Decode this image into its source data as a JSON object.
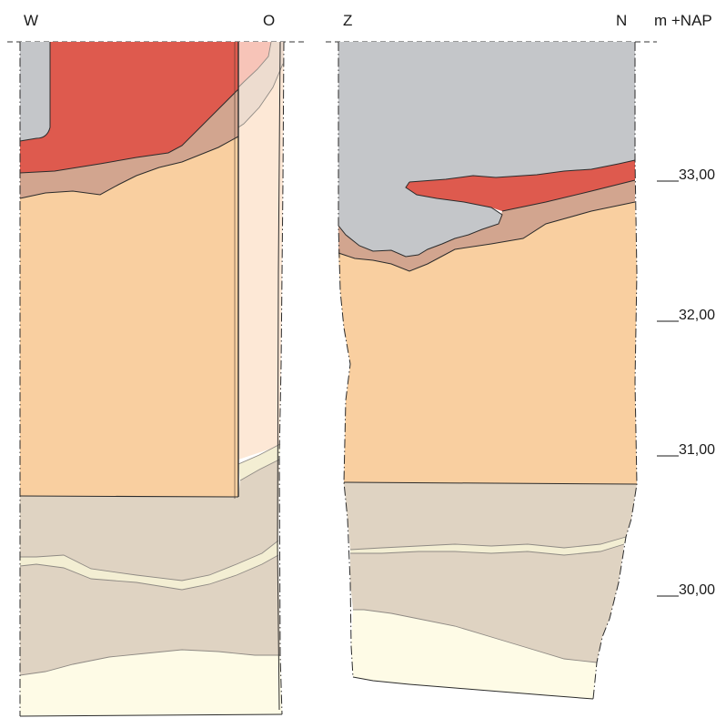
{
  "profiles": [
    {
      "id": "west-east",
      "left_orientation": "W",
      "right_orientation": "O"
    },
    {
      "id": "south-north",
      "left_orientation": "Z",
      "right_orientation": "N"
    }
  ],
  "elevation_scale": {
    "unit_label": "m +NAP",
    "ticks": [
      "33,00",
      "32,00",
      "31,00",
      "30,00"
    ]
  },
  "colors": {
    "grey_fill": "#c4c6c9",
    "red_fill": "#de5a4e",
    "brown_fill": "#d2a58f",
    "orange_fill": "#f9cfa0",
    "pale_orange_fill": "#fde8d6",
    "taupe_fill": "#dfd3c2",
    "cream_band": "#f3eed3",
    "pale_yellow_fill": "#fefbe6"
  }
}
